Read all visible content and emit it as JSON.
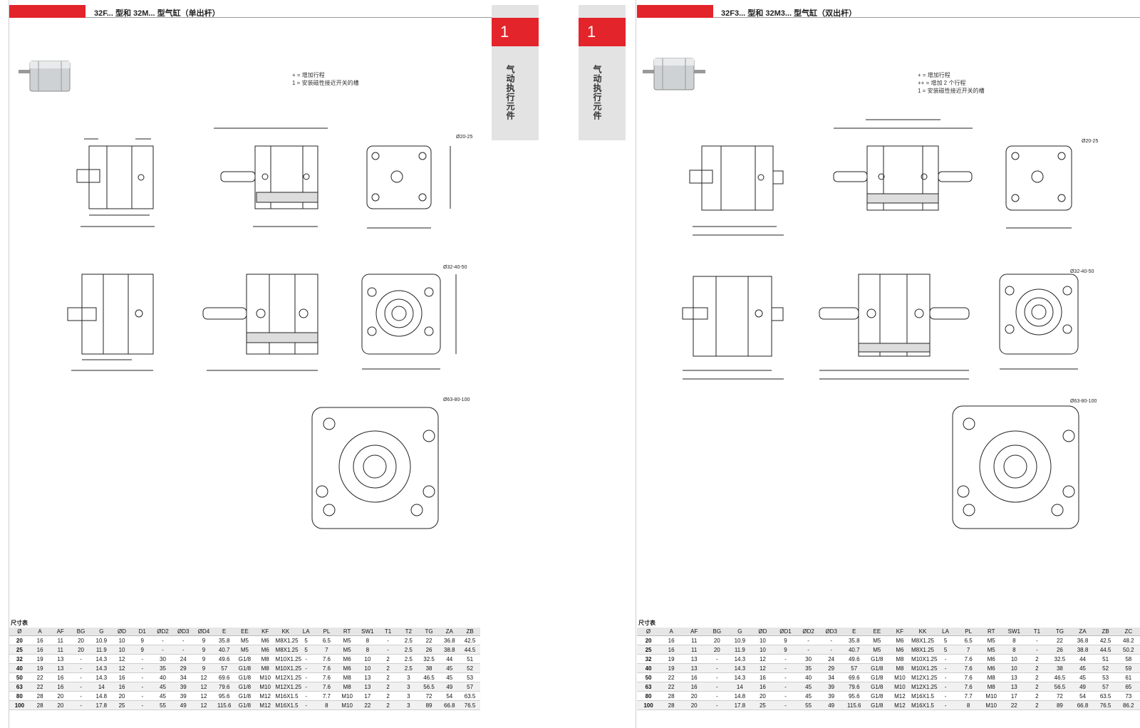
{
  "left_page": {
    "tab_number": "1",
    "tab_text": "气动执行元件",
    "title": "32F... 型和 32M... 型气缸（单出杆）",
    "legend": [
      "+ = 增加行程",
      "1 = 安装磁性接近开关的槽"
    ],
    "size_labels": {
      "small": "Ø20-25",
      "medium": "Ø32-40-50",
      "large": "Ø63-80-100"
    },
    "table": {
      "caption": "尺寸表",
      "headers": [
        "Ø",
        "A",
        "AF",
        "BG",
        "G",
        "ØD",
        "D1",
        "ØD2",
        "ØD3",
        "ØD4",
        "E",
        "EE",
        "KF",
        "KK",
        "LA",
        "PL",
        "RT",
        "SW1",
        "T1",
        "T2",
        "TG",
        "ZA",
        "ZB"
      ],
      "rows": [
        [
          "20",
          "16",
          "11",
          "20",
          "10.9",
          "10",
          "9",
          "-",
          "-",
          "9",
          "35.8",
          "M5",
          "M6",
          "M8X1.25",
          "5",
          "6.5",
          "M5",
          "8",
          "-",
          "2.5",
          "22",
          "36.8",
          "42.5"
        ],
        [
          "25",
          "16",
          "11",
          "20",
          "11.9",
          "10",
          "9",
          "-",
          "-",
          "9",
          "40.7",
          "M5",
          "M6",
          "M8X1.25",
          "5",
          "7",
          "M5",
          "8",
          "-",
          "2.5",
          "26",
          "38.8",
          "44.5"
        ],
        [
          "32",
          "19",
          "13",
          "-",
          "14.3",
          "12",
          "-",
          "30",
          "24",
          "9",
          "49.6",
          "G1/8",
          "M8",
          "M10X1.25",
          "-",
          "7.6",
          "M6",
          "10",
          "2",
          "2.5",
          "32.5",
          "44",
          "51"
        ],
        [
          "40",
          "19",
          "13",
          "-",
          "14.3",
          "12",
          "-",
          "35",
          "29",
          "9",
          "57",
          "G1/8",
          "M8",
          "M10X1.25",
          "-",
          "7.6",
          "M6",
          "10",
          "2",
          "2.5",
          "38",
          "45",
          "52"
        ],
        [
          "50",
          "22",
          "16",
          "-",
          "14.3",
          "16",
          "-",
          "40",
          "34",
          "12",
          "69.6",
          "G1/8",
          "M10",
          "M12X1.25",
          "-",
          "7.6",
          "M8",
          "13",
          "2",
          "3",
          "46.5",
          "45",
          "53"
        ],
        [
          "63",
          "22",
          "16",
          "-",
          "14",
          "16",
          "-",
          "45",
          "39",
          "12",
          "79.6",
          "G1/8",
          "M10",
          "M12X1.25",
          "-",
          "7.6",
          "M8",
          "13",
          "2",
          "3",
          "56.5",
          "49",
          "57"
        ],
        [
          "80",
          "28",
          "20",
          "-",
          "14.8",
          "20",
          "-",
          "45",
          "39",
          "12",
          "95.6",
          "G1/8",
          "M12",
          "M16X1.5",
          "-",
          "7.7",
          "M10",
          "17",
          "2",
          "3",
          "72",
          "54",
          "63.5"
        ],
        [
          "100",
          "28",
          "20",
          "-",
          "17.8",
          "25",
          "-",
          "55",
          "49",
          "12",
          "115.6",
          "G1/8",
          "M12",
          "M16X1.5",
          "-",
          "8",
          "M10",
          "22",
          "2",
          "3",
          "89",
          "66.8",
          "76.5"
        ]
      ]
    }
  },
  "right_page": {
    "tab_number": "1",
    "tab_text": "气动执行元件",
    "title": "32F3... 型和 32M3... 型气缸（双出杆）",
    "legend": [
      "+ = 增加行程",
      "++ = 增加 2 个行程",
      "1 = 安装磁性接近开关的槽"
    ],
    "size_labels": {
      "small": "Ø20-25",
      "medium": "Ø32-40-50",
      "large": "Ø63-80-100"
    },
    "table": {
      "caption": "尺寸表",
      "headers": [
        "Ø",
        "A",
        "AF",
        "BG",
        "G",
        "ØD",
        "ØD1",
        "ØD2",
        "ØD3",
        "E",
        "EE",
        "KF",
        "KK",
        "LA",
        "PL",
        "RT",
        "SW1",
        "T1",
        "TG",
        "ZA",
        "ZB",
        "ZC"
      ],
      "rows": [
        [
          "20",
          "16",
          "11",
          "20",
          "10.9",
          "10",
          "9",
          "-",
          "-",
          "35.8",
          "M5",
          "M6",
          "M8X1.25",
          "5",
          "6.5",
          "M5",
          "8",
          "-",
          "22",
          "36.8",
          "42.5",
          "48.2"
        ],
        [
          "25",
          "16",
          "11",
          "20",
          "11.9",
          "10",
          "9",
          "-",
          "-",
          "40.7",
          "M5",
          "M6",
          "M8X1.25",
          "5",
          "7",
          "M5",
          "8",
          "-",
          "26",
          "38.8",
          "44.5",
          "50.2"
        ],
        [
          "32",
          "19",
          "13",
          "-",
          "14.3",
          "12",
          "-",
          "30",
          "24",
          "49.6",
          "G1/8",
          "M8",
          "M10X1.25",
          "-",
          "7.6",
          "M6",
          "10",
          "2",
          "32.5",
          "44",
          "51",
          "58"
        ],
        [
          "40",
          "19",
          "13",
          "-",
          "14.3",
          "12",
          "-",
          "35",
          "29",
          "57",
          "G1/8",
          "M8",
          "M10X1.25",
          "-",
          "7.6",
          "M6",
          "10",
          "2",
          "38",
          "45",
          "52",
          "59"
        ],
        [
          "50",
          "22",
          "16",
          "-",
          "14.3",
          "16",
          "-",
          "40",
          "34",
          "69.6",
          "G1/8",
          "M10",
          "M12X1.25",
          "-",
          "7.6",
          "M8",
          "13",
          "2",
          "46.5",
          "45",
          "53",
          "61"
        ],
        [
          "63",
          "22",
          "16",
          "-",
          "14",
          "16",
          "-",
          "45",
          "39",
          "79.6",
          "G1/8",
          "M10",
          "M12X1.25",
          "-",
          "7.6",
          "M8",
          "13",
          "2",
          "56.5",
          "49",
          "57",
          "65"
        ],
        [
          "80",
          "28",
          "20",
          "-",
          "14.8",
          "20",
          "-",
          "45",
          "39",
          "95.6",
          "G1/8",
          "M12",
          "M16X1.5",
          "-",
          "7.7",
          "M10",
          "17",
          "2",
          "72",
          "54",
          "63.5",
          "73"
        ],
        [
          "100",
          "28",
          "20",
          "-",
          "17.8",
          "25",
          "-",
          "55",
          "49",
          "115.6",
          "G1/8",
          "M12",
          "M16X1.5",
          "-",
          "8",
          "M10",
          "22",
          "2",
          "89",
          "66.8",
          "76.5",
          "86.2"
        ]
      ]
    }
  },
  "colors": {
    "brand_red": "#e3242b",
    "tab_gray": "#e3e3e3",
    "line": "#222222"
  }
}
